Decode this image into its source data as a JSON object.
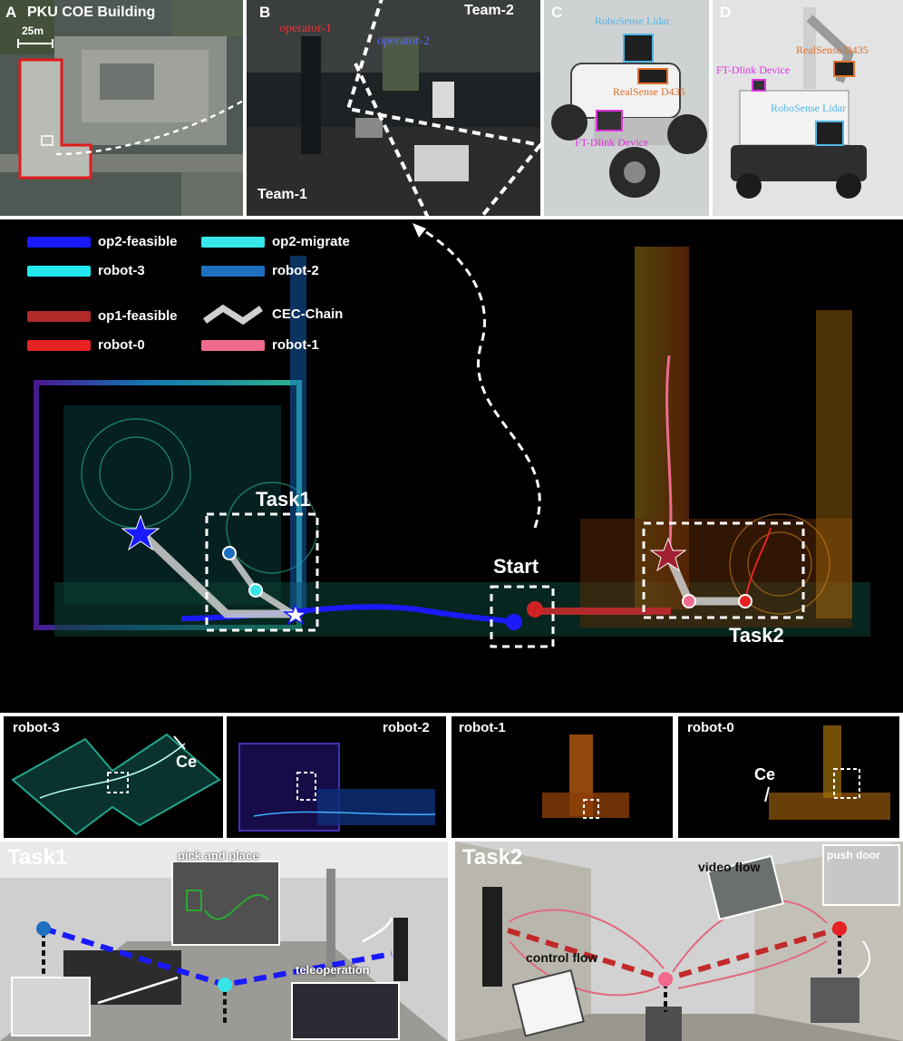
{
  "panel_a": {
    "letter": "A",
    "title": "PKU COE Building",
    "scale": "25m"
  },
  "panel_b": {
    "letter": "B",
    "team_top": "Team-2",
    "team_bottom": "Team-1",
    "operator_1": "operator-1",
    "operator_2": "operator-2"
  },
  "panel_c": {
    "letter": "C",
    "lidar": "RoboSense Lidar",
    "camera": "RealSense D435",
    "device": "FT-Dlink Device"
  },
  "panel_d": {
    "letter": "D",
    "camera": "RealSense D435",
    "device": "FT-Dlink Device",
    "lidar": "RoboSense Lidar"
  },
  "legend": [
    {
      "label": "op2-feasible",
      "color": "#1a1aff"
    },
    {
      "label": "op2-migrate",
      "color": "#37e6e6"
    },
    {
      "label": "robot-3",
      "color": "#22e8f0"
    },
    {
      "label": "robot-2",
      "color": "#1f6fc0"
    },
    {
      "label": "op1-feasible",
      "color": "#b22a2a"
    },
    {
      "label": "CEC-Chain",
      "color": "#d0d0d0"
    },
    {
      "label": "robot-0",
      "color": "#e62222"
    },
    {
      "label": "robot-1",
      "color": "#ef6a8c"
    }
  ],
  "map": {
    "task1": "Task1",
    "task2": "Task2",
    "start": "Start"
  },
  "robot_maps": [
    {
      "label": "robot-3",
      "marker": "Ce"
    },
    {
      "label": "robot-2",
      "marker": ""
    },
    {
      "label": "robot-1",
      "marker": ""
    },
    {
      "label": "robot-0",
      "marker": "Ce"
    }
  ],
  "task1_photo": {
    "title": "Task1",
    "inset_top": "pick and place",
    "inset_bottom": "teleoperation"
  },
  "task2_photo": {
    "title": "Task2",
    "inset_top_right": "push door",
    "video_flow": "video flow",
    "control_flow": "control flow"
  }
}
